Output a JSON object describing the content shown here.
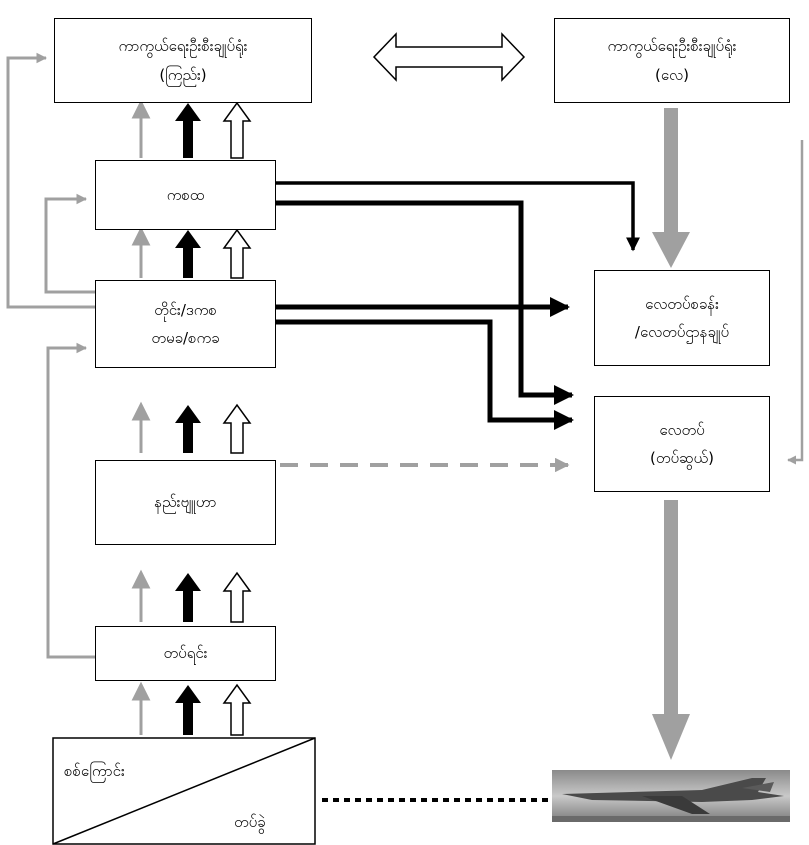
{
  "boxes": {
    "hq_army": {
      "line1": "ကာကွယ်ရေးဦးစီးချုပ်ရုံး",
      "line2": "(ကြည်း)"
    },
    "hq_air": {
      "line1": "ကာကွယ်ရေးဦးစီးချုပ်ရုံး",
      "line2": "(လေ)"
    },
    "kasatha": {
      "line1": "ကစထ"
    },
    "regional": {
      "line1": "တိုင်း/ဒကစ",
      "line2": "တမခ/စကခ"
    },
    "air_command": {
      "line1": "လေတပ်စခန်း",
      "line2": "/လေတပ်ဌာနချုပ်"
    },
    "air_force": {
      "line1": "လေတပ်",
      "line2": "(တပ်ဆွယ်)"
    },
    "tactical": {
      "line1": "နည်းဗျူဟာ"
    },
    "battalion": {
      "line1": "တပ်ရင်း"
    }
  },
  "corner_box": {
    "top_label": "စစ်ကြောင်း",
    "bottom_label": "တပ်ခွဲ"
  },
  "colors": {
    "black": "#000000",
    "gray": "#a0a0a0"
  },
  "icons": {
    "aircraft": "fighter-jet-photo"
  }
}
